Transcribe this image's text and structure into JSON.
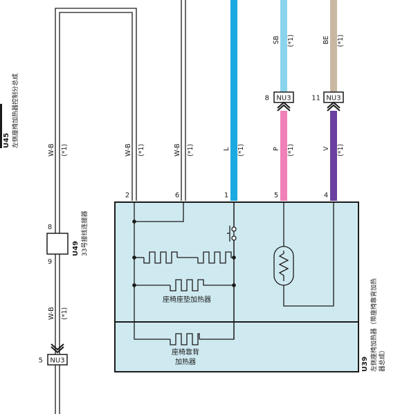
{
  "components": {
    "u45": {
      "code": "U45",
      "name": "左侧座椅加热器控制分总成"
    },
    "u49": {
      "code": "U49",
      "name": "33号接线连接器",
      "pins": [
        "8",
        "9"
      ]
    },
    "u39": {
      "code": "U39",
      "name_line1": "左侧座椅加热器（带座椅靠背加热",
      "name_line2": "器总成）"
    }
  },
  "connectors": {
    "nu3_top_left": {
      "label": "NU3",
      "pin": "8"
    },
    "nu3_top_right": {
      "label": "NU3",
      "pin": "11"
    },
    "nu3_bottom": {
      "label": "NU3",
      "pin": "5"
    }
  },
  "wires": {
    "left_outer": {
      "color_code": "W-B",
      "note": "(*1)",
      "lower_color_code": "W-B",
      "lower_note": "(*1)"
    },
    "w2": {
      "color_code": "W-B",
      "note": "(*1)",
      "pin": "2"
    },
    "w6": {
      "color_code": "W-B",
      "note": "(*1)",
      "pin": "6"
    },
    "w1": {
      "color_code": "L",
      "note": "(*1)",
      "pin": "1",
      "color": "#1aa9e0"
    },
    "w5_upper": {
      "color_code": "SB",
      "note": "(*1)",
      "color": "#8ad4ec"
    },
    "w5": {
      "color_code": "P",
      "note": "(*1)",
      "pin": "5",
      "color": "#f080b8"
    },
    "w4_upper": {
      "color_code": "BE",
      "note": "(*1)",
      "color": "#c8b8a2"
    },
    "w4": {
      "color_code": "V",
      "note": "(*1)",
      "pin": "4",
      "color": "#6a3fa0"
    }
  },
  "internal": {
    "seat_cushion_heater": "座椅座垫加热器",
    "seat_back_heater_line1": "座椅靠背",
    "seat_back_heater_line2": "加热器"
  },
  "colors": {
    "box_fill": "#cfe9f0",
    "line": "#1a1a1a"
  }
}
